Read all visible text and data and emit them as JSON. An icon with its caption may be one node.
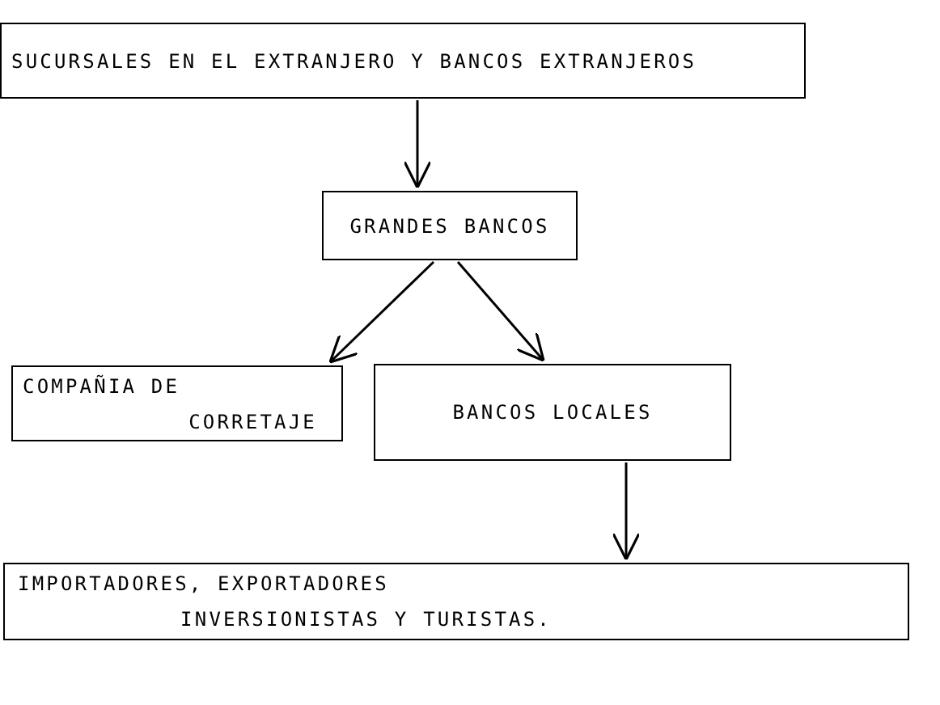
{
  "diagram": {
    "nodes": [
      {
        "text": [
          "SUCURSALES EN EL EXTRANJERO Y BANCOS EXTRANJEROS"
        ]
      },
      {
        "text": [
          "GRANDES BANCOS"
        ]
      },
      {
        "text": [
          "COMPAÑIA DE CORRETAJE"
        ]
      },
      {
        "text": [
          "BANCOS LOCALES"
        ]
      },
      {
        "text": [
          "IMPORTADORES, EXPORTADORES INVERSIONISTAS Y TURISTAS."
        ]
      }
    ],
    "edges": [
      {
        "from": 0,
        "to": 1,
        "arrow": "to"
      },
      {
        "from": 1,
        "to": 2,
        "arrow": "to"
      },
      {
        "from": 1,
        "to": 3,
        "arrow": "to"
      },
      {
        "from": 3,
        "to": 4,
        "arrow": "to"
      }
    ]
  }
}
